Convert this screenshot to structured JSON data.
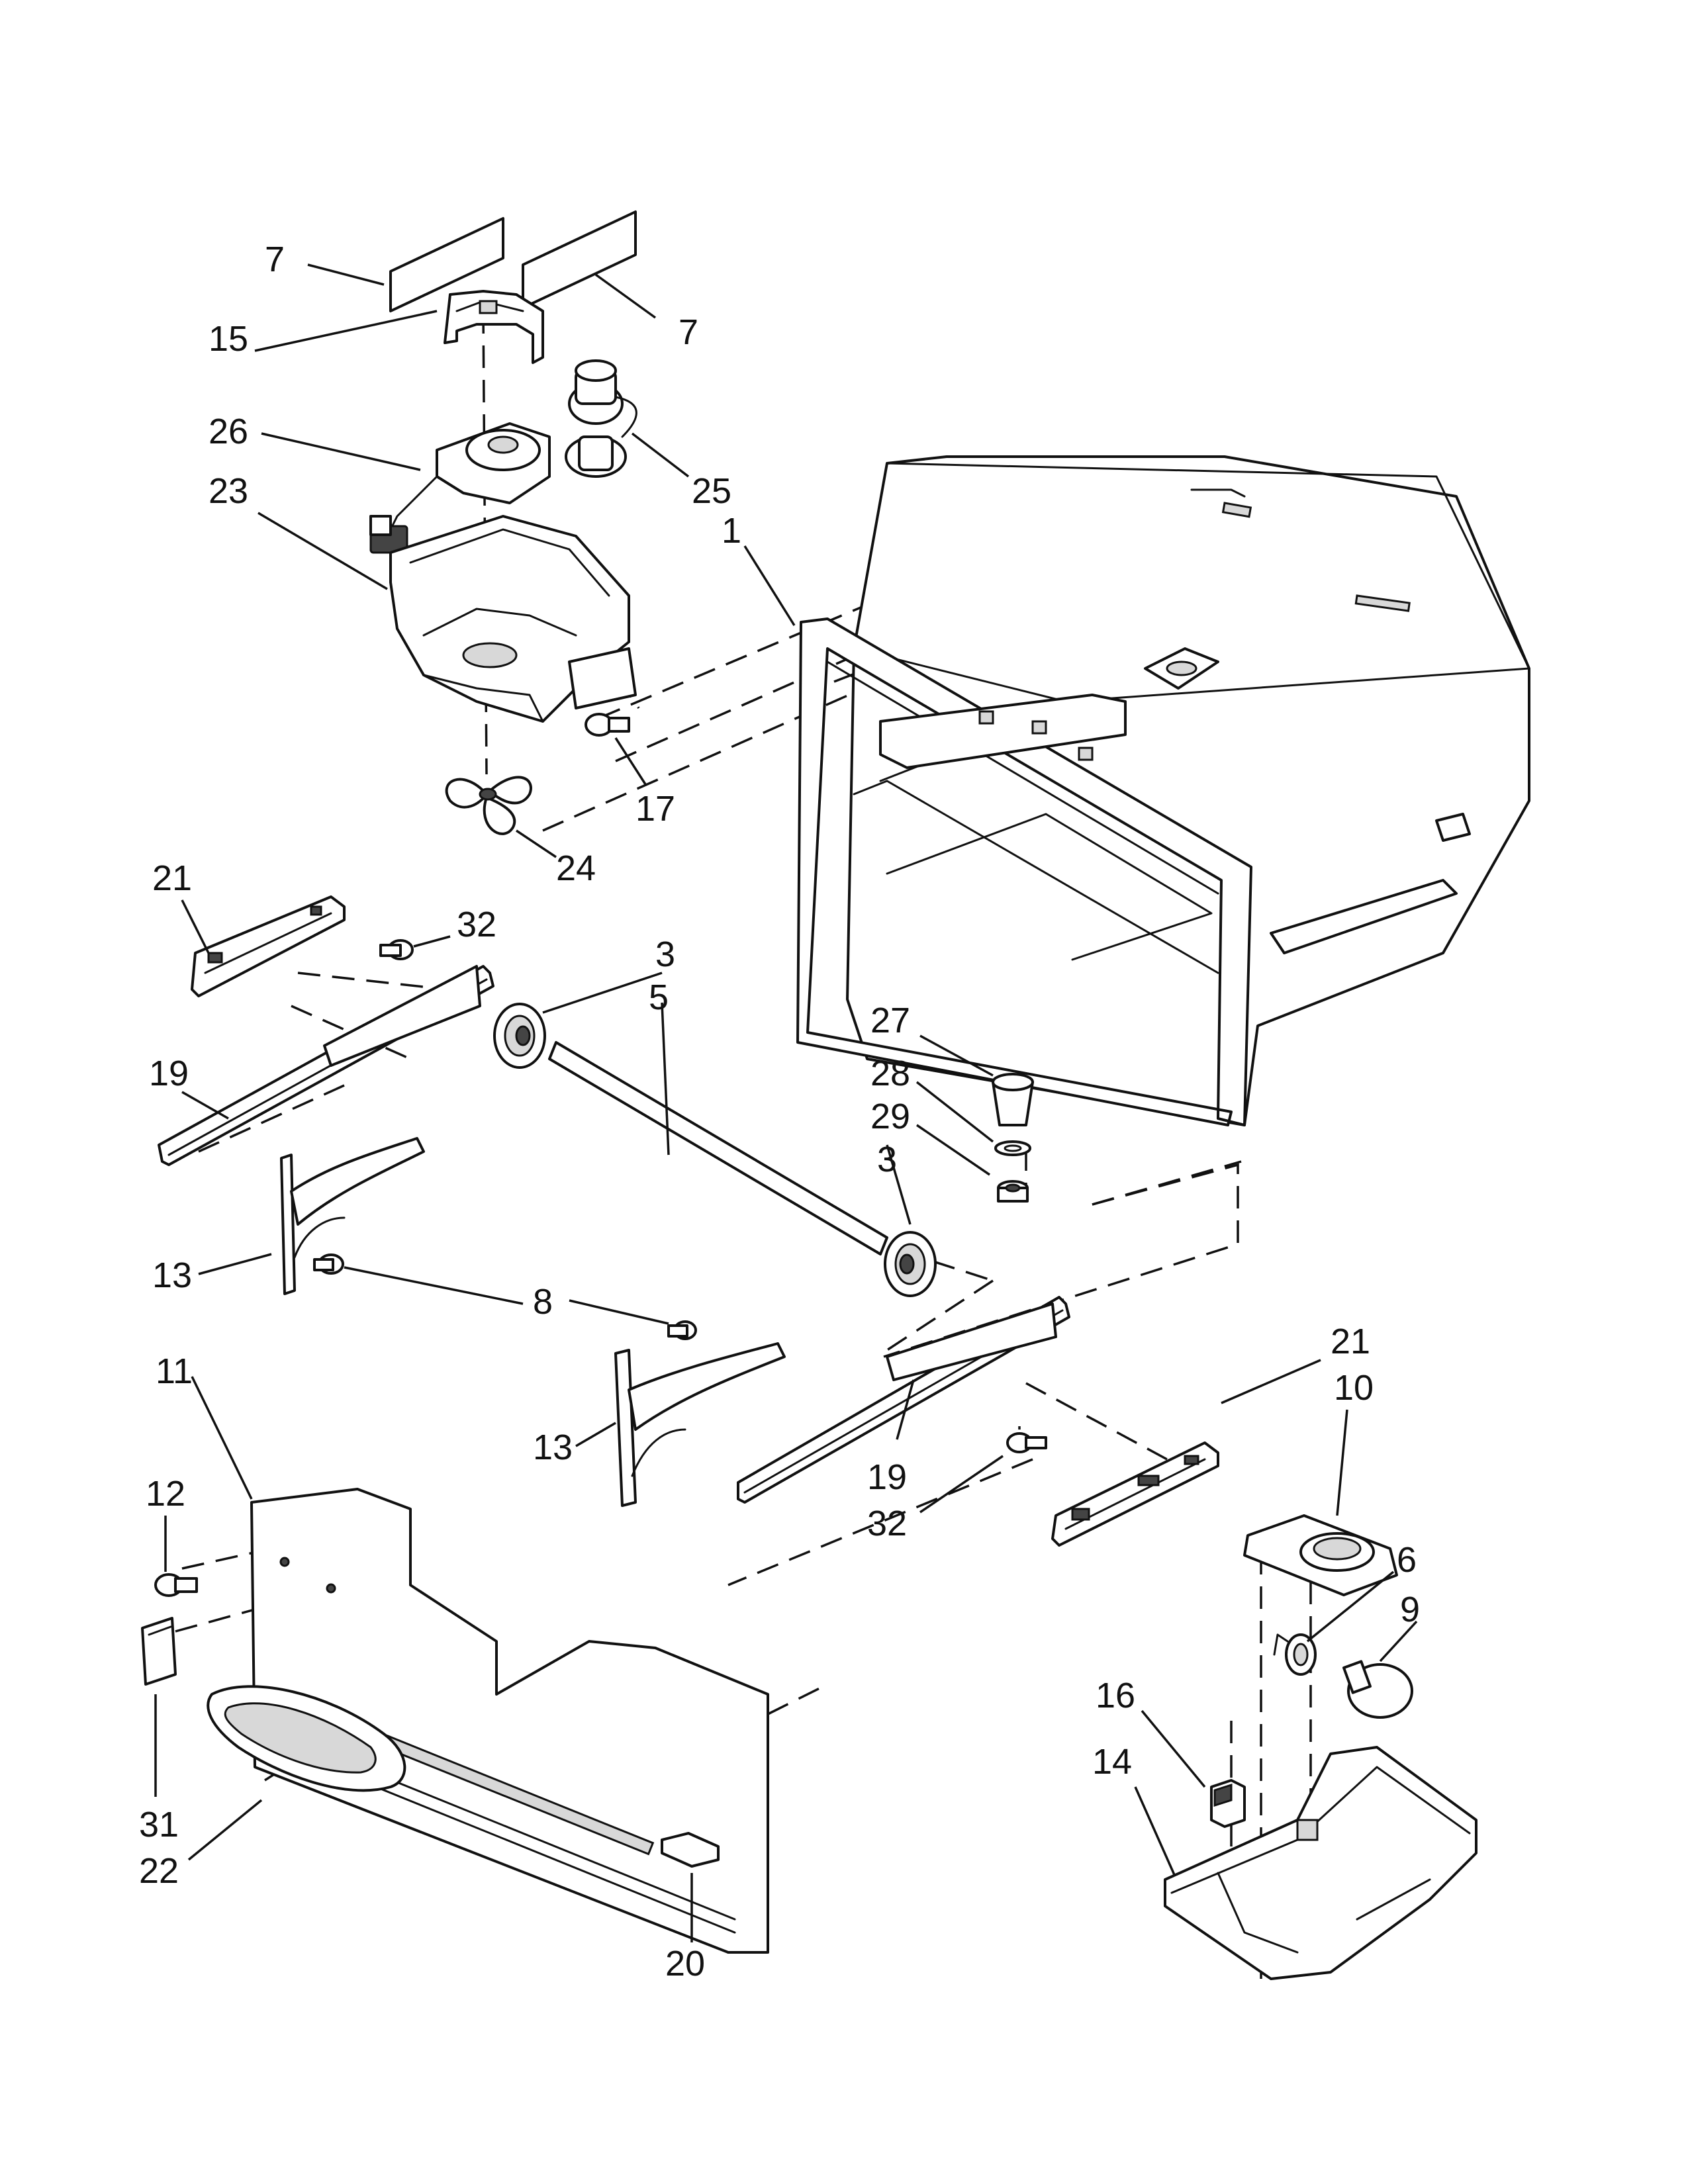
{
  "callouts": [
    {
      "id": "c7a",
      "label": "7"
    },
    {
      "id": "c7b",
      "label": "7"
    },
    {
      "id": "c15",
      "label": "15"
    },
    {
      "id": "c26",
      "label": "26"
    },
    {
      "id": "c25",
      "label": "25"
    },
    {
      "id": "c23",
      "label": "23"
    },
    {
      "id": "c1",
      "label": "1"
    },
    {
      "id": "c17",
      "label": "17"
    },
    {
      "id": "c24",
      "label": "24"
    },
    {
      "id": "c21a",
      "label": "21"
    },
    {
      "id": "c32a",
      "label": "32"
    },
    {
      "id": "c3a",
      "label": "3"
    },
    {
      "id": "c5",
      "label": "5"
    },
    {
      "id": "c19a",
      "label": "19"
    },
    {
      "id": "c27",
      "label": "27"
    },
    {
      "id": "c28",
      "label": "28"
    },
    {
      "id": "c29",
      "label": "29"
    },
    {
      "id": "c3b",
      "label": "3"
    },
    {
      "id": "c13a",
      "label": "13"
    },
    {
      "id": "c8",
      "label": "8"
    },
    {
      "id": "c11",
      "label": "11"
    },
    {
      "id": "c21b",
      "label": "21"
    },
    {
      "id": "c10",
      "label": "10"
    },
    {
      "id": "c13b",
      "label": "13"
    },
    {
      "id": "c19b",
      "label": "19"
    },
    {
      "id": "c32b",
      "label": "32"
    },
    {
      "id": "c12",
      "label": "12"
    },
    {
      "id": "c6",
      "label": "6"
    },
    {
      "id": "c9",
      "label": "9"
    },
    {
      "id": "c16",
      "label": "16"
    },
    {
      "id": "c14",
      "label": "14"
    },
    {
      "id": "c31",
      "label": "31"
    },
    {
      "id": "c22",
      "label": "22"
    },
    {
      "id": "c20",
      "label": "20"
    }
  ]
}
